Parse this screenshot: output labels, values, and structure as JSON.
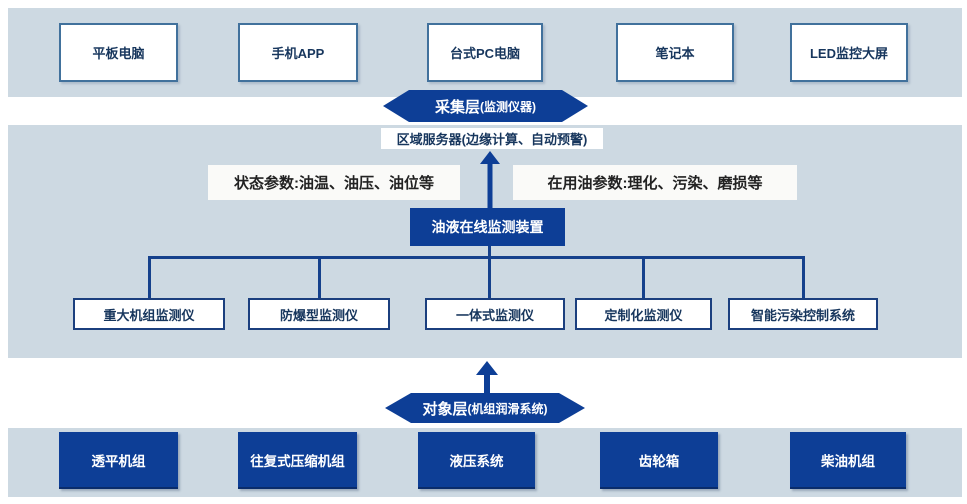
{
  "palette": {
    "band_background": "#cdd9e2",
    "royal_blue": "#0d3e96",
    "connector_line": "#15418c",
    "top_box_border": "#41719c",
    "mid_box_border": "#1b3f7e",
    "navy_text": "#17365d",
    "label_background": "#fafaf8",
    "label_text": "#222222"
  },
  "top_row": {
    "items": [
      {
        "label": "平板电脑"
      },
      {
        "label": "手机APP"
      },
      {
        "label": "台式PC电脑"
      },
      {
        "label": "笔记本"
      },
      {
        "label": "LED监控大屏"
      }
    ]
  },
  "collection_banner": {
    "title": "采集层",
    "subtitle": "(监测仪器)"
  },
  "regional_server": {
    "label": "区域服务器(边缘计算、自动预警)"
  },
  "param_labels": {
    "left": "状态参数:油温、油压、油位等",
    "right": "在用油参数:理化、污染、磨损等"
  },
  "central_device": {
    "label": "油液在线监测装置"
  },
  "monitor_row": {
    "items": [
      {
        "label": "重大机组监测仪"
      },
      {
        "label": "防爆型监测仪"
      },
      {
        "label": "一体式监测仪"
      },
      {
        "label": "定制化监测仪"
      },
      {
        "label": "智能污染控制系统"
      }
    ]
  },
  "object_banner": {
    "title": "对象层",
    "subtitle": " (机组润滑系统)"
  },
  "equipment_row": {
    "items": [
      {
        "label": "透平机组"
      },
      {
        "label": "往复式压缩机组"
      },
      {
        "label": "液压系统"
      },
      {
        "label": "齿轮箱"
      },
      {
        "label": "柴油机组"
      }
    ]
  }
}
